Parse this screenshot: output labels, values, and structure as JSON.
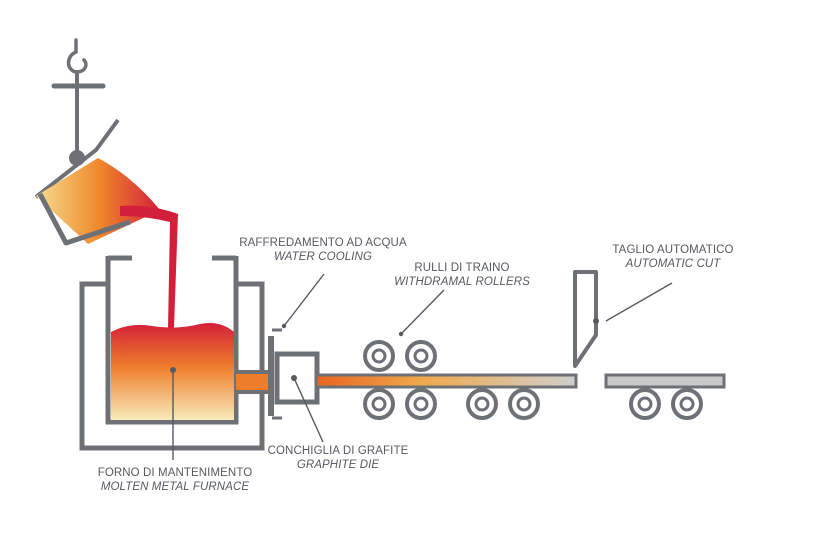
{
  "labels": {
    "water_cooling": {
      "it": "RAFFREDAMENTO AD ACQUA",
      "en": "WATER COOLING"
    },
    "withdrawal_rollers": {
      "it": "RULLI DI TRAINO",
      "en": "WITHDRAMAL ROLLERS"
    },
    "automatic_cut": {
      "it": "TAGLIO AUTOMATICO",
      "en": "AUTOMATIC CUT"
    },
    "graphite_die": {
      "it": "CONCHIGLIA DI GRAFITE",
      "en": "GRAPHITE DIE"
    },
    "furnace": {
      "it": "FORNO DI MANTENIMENTO",
      "en": "MOLTEN METAL FURNACE"
    }
  },
  "colors": {
    "machine_gray": "#6d7075",
    "label_gray": "#555a60",
    "metal_red": "#d3203a",
    "metal_orange": "#ee7d2b",
    "metal_yellow": "#f6e4a8",
    "bar_light": "#c9c9c9"
  }
}
